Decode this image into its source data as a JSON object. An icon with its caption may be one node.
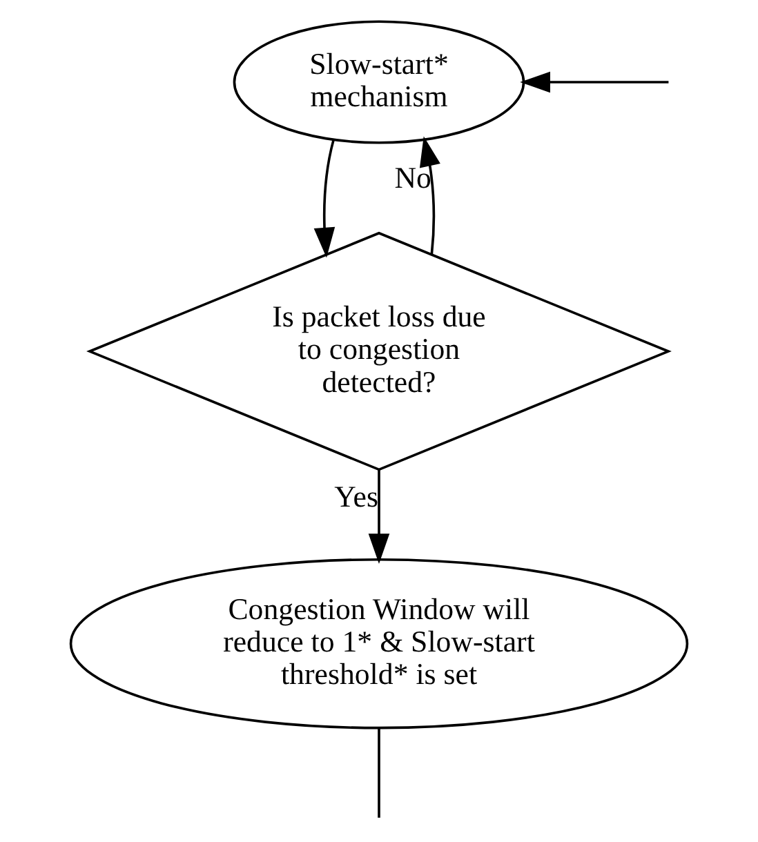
{
  "diagram": {
    "nodes": [
      {
        "text": [
          "Slow-start* mechanism"
        ]
      },
      {
        "text": [
          "Is packet loss due to congestion detected?"
        ]
      },
      {
        "text": [
          "Congestion Window will reduce to 1* & Slow-start threshold* is set"
        ]
      }
    ],
    "edges": [
      {
        "from": 0,
        "to": 1,
        "arrow": "to"
      },
      {
        "from": 1,
        "to": 0,
        "arrow": "to",
        "label": "No"
      },
      {
        "from": 1,
        "to": 2,
        "arrow": "to",
        "label": "Yes"
      },
      {
        "from": 2,
        "to": null,
        "arrow": "none"
      },
      {
        "from": null,
        "to": 0,
        "arrow": "to"
      }
    ]
  }
}
